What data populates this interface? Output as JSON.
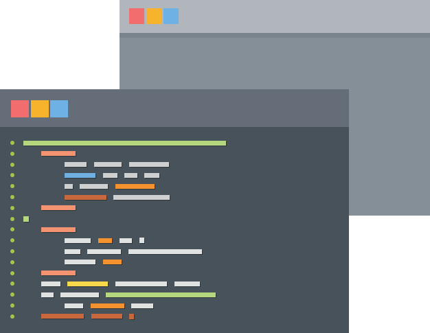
{
  "colors": {
    "close": "#f26d6d",
    "minimize": "#f7b32b",
    "maximize": "#6eb1e4",
    "gutter_dot": "#a5c44a",
    "green": "#b5d77e",
    "salmon": "#f39372",
    "gray": "#cfd0d0",
    "light": "#e0e1e1",
    "blue": "#6fb0e0",
    "orange": "#f4922f",
    "rust": "#c9683c",
    "yellow": "#f6d84a"
  },
  "back_window": {
    "buttons": [
      "close",
      "minimize",
      "maximize"
    ]
  },
  "front_window": {
    "buttons": [
      "close",
      "minimize",
      "maximize"
    ]
  },
  "code_lines": [
    [
      [
        34,
        329,
        "green"
      ]
    ],
    [
      [
        60,
        110,
        "salmon"
      ]
    ],
    [
      [
        94,
        126,
        "gray"
      ],
      [
        137,
        177,
        "gray"
      ],
      [
        188,
        246,
        "gray"
      ]
    ],
    [
      [
        94,
        139,
        "blue"
      ],
      [
        150,
        171,
        "gray"
      ],
      [
        181,
        200,
        "gray"
      ],
      [
        210,
        232,
        "gray"
      ]
    ],
    [
      [
        94,
        106,
        "gray"
      ],
      [
        116,
        157,
        "gray"
      ],
      [
        168,
        225,
        "orange"
      ]
    ],
    [
      [
        94,
        155,
        "rust"
      ],
      [
        165,
        247,
        "gray"
      ]
    ],
    [
      [
        60,
        110,
        "salmon"
      ]
    ],
    [
      [
        34,
        42,
        "green"
      ]
    ],
    [
      [
        60,
        110,
        "salmon"
      ]
    ],
    [
      [
        94,
        132,
        "light"
      ],
      [
        143,
        163,
        "orange"
      ],
      [
        174,
        192,
        "light"
      ],
      [
        203,
        210,
        "light"
      ]
    ],
    [
      [
        94,
        117,
        "light"
      ],
      [
        127,
        176,
        "light"
      ],
      [
        187,
        294,
        "light"
      ]
    ],
    [
      [
        94,
        139,
        "light"
      ],
      [
        150,
        177,
        "orange"
      ]
    ],
    [
      [
        60,
        110,
        "salmon"
      ]
    ],
    [
      [
        60,
        88,
        "light"
      ],
      [
        98,
        157,
        "yellow"
      ],
      [
        168,
        243,
        "light"
      ],
      [
        254,
        291,
        "light"
      ]
    ],
    [
      [
        60,
        78,
        "light"
      ],
      [
        88,
        144,
        "light"
      ],
      [
        154,
        314,
        "green"
      ]
    ],
    [
      [
        94,
        121,
        "light"
      ],
      [
        132,
        181,
        "orange"
      ],
      [
        191,
        223,
        "light"
      ]
    ],
    [
      [
        60,
        122,
        "rust"
      ],
      [
        133,
        178,
        "rust"
      ],
      [
        188,
        195,
        "rust"
      ]
    ]
  ]
}
